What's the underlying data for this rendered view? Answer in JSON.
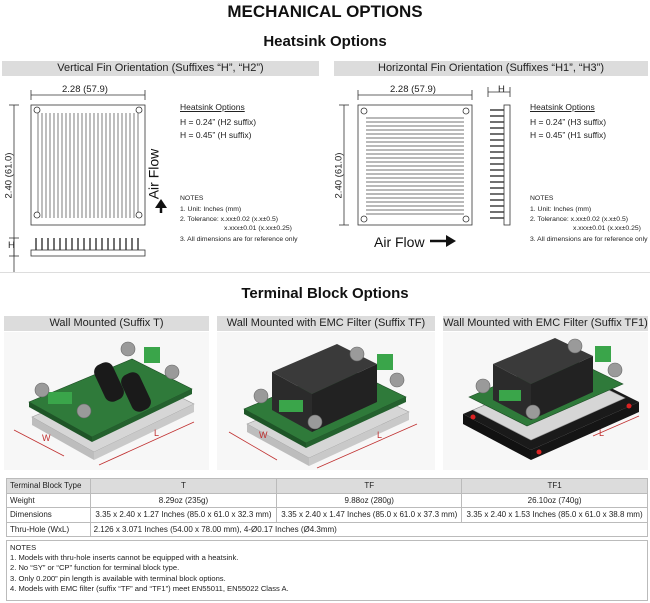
{
  "page": {
    "title": "MECHANICAL OPTIONS",
    "heatsink_title": "Heatsink Options",
    "terminal_title": "Terminal Block Options"
  },
  "vertical": {
    "header": "Vertical Fin Orientation (Suffixes “H”, “H2”)",
    "width_dim": "2.28 (57.9)",
    "height_dim": "2.40 (61.0)",
    "h_label": "H",
    "airflow": "Air Flow",
    "options_title": "Heatsink Options",
    "option_1": "H = 0.24” (H2 suffix)",
    "option_2": "H = 0.45” (H suffix)",
    "notes_title": "NOTES",
    "note_1": "1. Unit: Inches (mm)",
    "note_2a": "2. Tolerance: x.xx±0.02 (x.x±0.5)",
    "note_2b": "x.xxx±0.01 (x.xx±0.25)",
    "note_3": "3. All dimensions are for reference only"
  },
  "horizontal": {
    "header": "Horizontal Fin Orientation (Suffixes “H1”, “H3”)",
    "width_dim": "2.28 (57.9)",
    "height_dim": "2.40 (61.0)",
    "h_label": "H",
    "airflow": "Air Flow",
    "options_title": "Heatsink Options",
    "option_1": "H = 0.24” (H3 suffix)",
    "option_2": "H = 0.45” (H1 suffix)",
    "notes_title": "NOTES",
    "note_1": "1. Unit: Inches (mm)",
    "note_2a": "2. Tolerance: x.xx±0.02 (x.x±0.5)",
    "note_2b": "x.xxx±0.01 (x.xx±0.25)",
    "note_3": "3. All dimensions are for reference only"
  },
  "terminal": {
    "panel_1": "Wall Mounted (Suffix T)",
    "panel_2": "Wall Mounted with EMC Filter (Suffix TF)",
    "panel_3": "Wall Mounted with EMC Filter (Suffix TF1)",
    "w_label": "W",
    "l_label": "L"
  },
  "table": {
    "headers": [
      "Terminal Block Type",
      "T",
      "TF",
      "TF1"
    ],
    "rows": [
      [
        "Weight",
        "8.29oz (235g)",
        "9.88oz (280g)",
        "26.10oz (740g)"
      ],
      [
        "Dimensions",
        "3.35 x 2.40 x 1.27 Inches (85.0 x 61.0 x 32.3 mm)",
        "3.35 x 2.40 x 1.47 Inches (85.0 x 61.0 x 37.3 mm)",
        "3.35 x 2.40 x 1.53 Inches (85.0 x 61.0 x 38.8 mm)"
      ]
    ],
    "thru_hole_label": "Thru-Hole (WxL)",
    "thru_hole_value": "2.126 x 3.071 Inches (54.00 x 78.00 mm), 4-Ø0.17 Inches (Ø4.3mm)"
  },
  "table_notes": {
    "title": "NOTES",
    "items": [
      "1. Models with thru-hole inserts cannot be equipped with a heatsink.",
      "2. No “SY” or “CP” function for terminal block type.",
      "3. Only 0.200” pin length is available with terminal block options.",
      "4. Models with EMC filter (suffix “TF” and “TF1”) meet EN55011, EN55022 Class A."
    ]
  },
  "colors": {
    "section_bar": "#dcdcdc",
    "pcb_green": "#2f7a3a",
    "terminal_green": "#3aa54a",
    "filter_block": "#2b2b2b",
    "dimension_red": "#c03030"
  }
}
